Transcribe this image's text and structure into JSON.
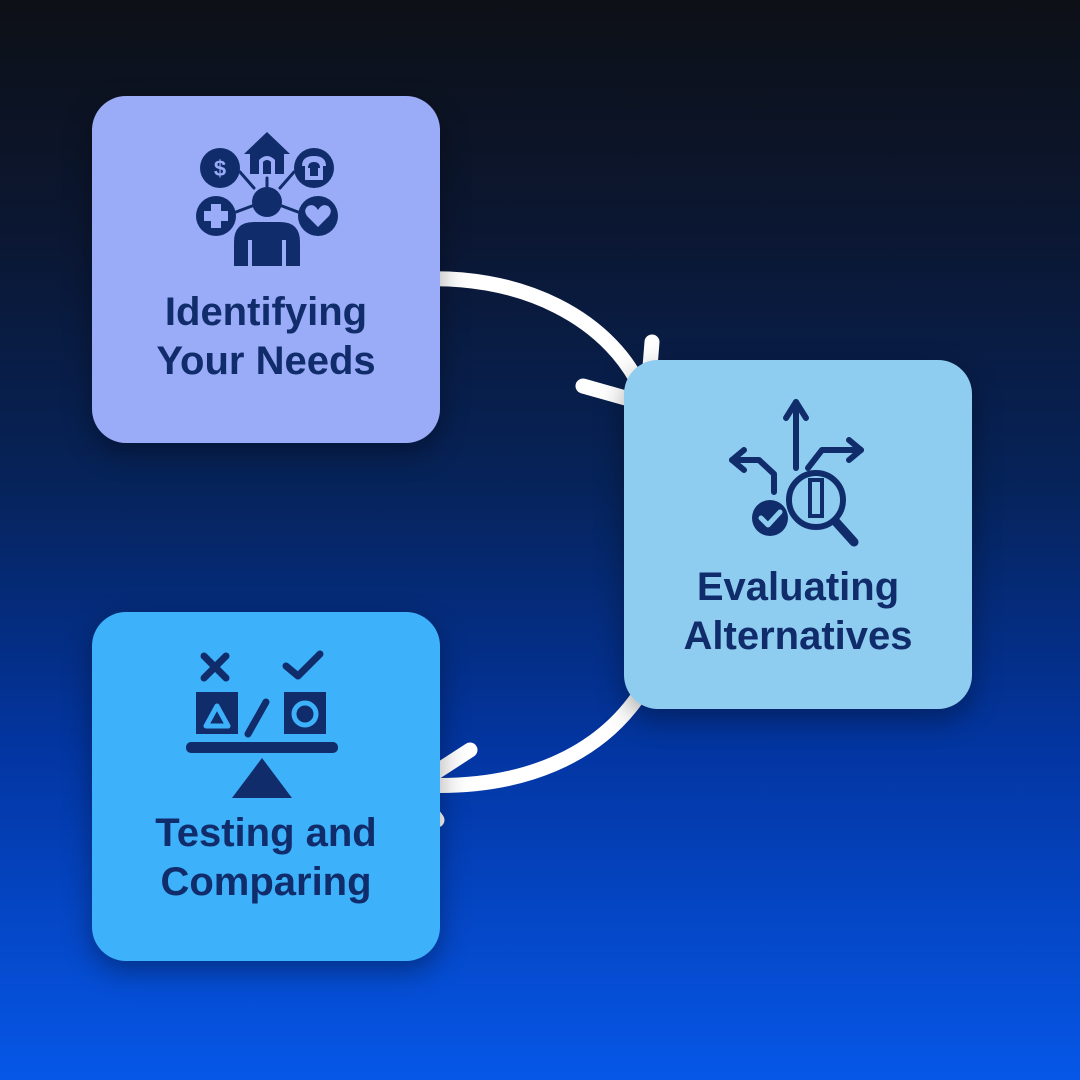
{
  "steps": [
    {
      "label": "Identifying\nYour Needs",
      "icon": "person-needs-icon"
    },
    {
      "label": "Evaluating\nAlternatives",
      "icon": "evaluate-search-icon"
    },
    {
      "label": "Testing and\nComparing",
      "icon": "balance-scale-icon"
    }
  ],
  "colors": {
    "card_1": "#9aabf7",
    "card_2": "#8ecdf0",
    "card_3": "#3eb1fb",
    "text": "#102c6b",
    "arrow": "#ffffff"
  }
}
